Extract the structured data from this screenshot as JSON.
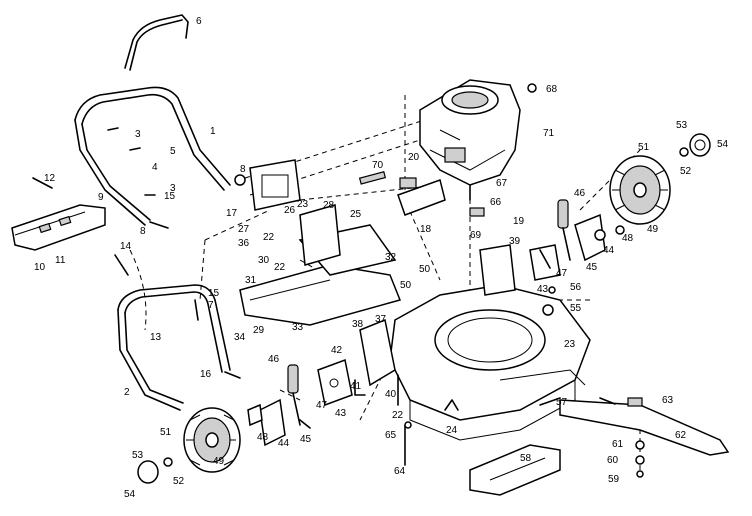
{
  "labels": [
    {
      "id": "p6",
      "text": "6"
    },
    {
      "id": "p68",
      "text": "68"
    },
    {
      "id": "p1",
      "text": "1"
    },
    {
      "id": "p3a",
      "text": "3"
    },
    {
      "id": "p3b",
      "text": "3"
    },
    {
      "id": "p5",
      "text": "5"
    },
    {
      "id": "p4",
      "text": "4"
    },
    {
      "id": "p8a",
      "text": "8"
    },
    {
      "id": "p71",
      "text": "71"
    },
    {
      "id": "p53a",
      "text": "53"
    },
    {
      "id": "p54a",
      "text": "54"
    },
    {
      "id": "p51a",
      "text": "51"
    },
    {
      "id": "p52a",
      "text": "52"
    },
    {
      "id": "p12",
      "text": "12"
    },
    {
      "id": "p9",
      "text": "9"
    },
    {
      "id": "p15a",
      "text": "15"
    },
    {
      "id": "p70",
      "text": "70"
    },
    {
      "id": "p20",
      "text": "20"
    },
    {
      "id": "p67",
      "text": "67"
    },
    {
      "id": "p66",
      "text": "66"
    },
    {
      "id": "p17",
      "text": "17"
    },
    {
      "id": "p23a",
      "text": "23"
    },
    {
      "id": "p26",
      "text": "26"
    },
    {
      "id": "p28",
      "text": "28"
    },
    {
      "id": "p25",
      "text": "25"
    },
    {
      "id": "p18",
      "text": "18"
    },
    {
      "id": "p69",
      "text": "69"
    },
    {
      "id": "p19",
      "text": "19"
    },
    {
      "id": "p46a",
      "text": "46"
    },
    {
      "id": "p8b",
      "text": "8"
    },
    {
      "id": "p27",
      "text": "27"
    },
    {
      "id": "p36",
      "text": "36"
    },
    {
      "id": "p22a",
      "text": "22"
    },
    {
      "id": "p39",
      "text": "39"
    },
    {
      "id": "p49a",
      "text": "49"
    },
    {
      "id": "p48a",
      "text": "48"
    },
    {
      "id": "p44a",
      "text": "44"
    },
    {
      "id": "p10",
      "text": "10"
    },
    {
      "id": "p11",
      "text": "11"
    },
    {
      "id": "p14",
      "text": "14"
    },
    {
      "id": "p30",
      "text": "30"
    },
    {
      "id": "p22b",
      "text": "22"
    },
    {
      "id": "p32",
      "text": "32"
    },
    {
      "id": "p47a",
      "text": "47"
    },
    {
      "id": "p45a",
      "text": "45"
    },
    {
      "id": "p43a",
      "text": "43"
    },
    {
      "id": "p56",
      "text": "56"
    },
    {
      "id": "p50a",
      "text": "50"
    },
    {
      "id": "p50b",
      "text": "50"
    },
    {
      "id": "p55",
      "text": "55"
    },
    {
      "id": "p15b",
      "text": "15"
    },
    {
      "id": "p7",
      "text": "7"
    },
    {
      "id": "p31",
      "text": "31"
    },
    {
      "id": "p34",
      "text": "34"
    },
    {
      "id": "p29",
      "text": "29"
    },
    {
      "id": "p33",
      "text": "33"
    },
    {
      "id": "p37",
      "text": "37"
    },
    {
      "id": "p13",
      "text": "13"
    },
    {
      "id": "p38",
      "text": "38"
    },
    {
      "id": "p23b",
      "text": "23"
    },
    {
      "id": "p42",
      "text": "42"
    },
    {
      "id": "p46b",
      "text": "46"
    },
    {
      "id": "p16",
      "text": "16"
    },
    {
      "id": "p2",
      "text": "2"
    },
    {
      "id": "p41",
      "text": "41"
    },
    {
      "id": "p40",
      "text": "40"
    },
    {
      "id": "p43b",
      "text": "43"
    },
    {
      "id": "p47b",
      "text": "47"
    },
    {
      "id": "p22c",
      "text": "22"
    },
    {
      "id": "p24",
      "text": "24"
    },
    {
      "id": "p57",
      "text": "57"
    },
    {
      "id": "p63",
      "text": "63"
    },
    {
      "id": "p51b",
      "text": "51"
    },
    {
      "id": "p48b",
      "text": "48"
    },
    {
      "id": "p44b",
      "text": "44"
    },
    {
      "id": "p45b",
      "text": "45"
    },
    {
      "id": "p65",
      "text": "65"
    },
    {
      "id": "p62",
      "text": "62"
    },
    {
      "id": "p61",
      "text": "61"
    },
    {
      "id": "p60",
      "text": "60"
    },
    {
      "id": "p53b",
      "text": "53"
    },
    {
      "id": "p52b",
      "text": "52"
    },
    {
      "id": "p49b",
      "text": "49"
    },
    {
      "id": "p58",
      "text": "58"
    },
    {
      "id": "p64",
      "text": "64"
    },
    {
      "id": "p59",
      "text": "59"
    },
    {
      "id": "p54b",
      "text": "54"
    }
  ]
}
